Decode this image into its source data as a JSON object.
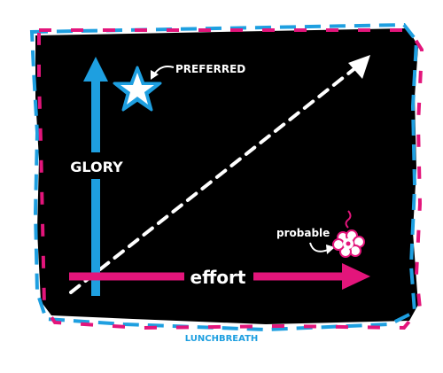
{
  "labels": {
    "y_axis": "GLORY",
    "x_axis": "effort",
    "star_note": "PREFERRED",
    "blob_note": "probable",
    "credit": "LUNCHBREATH"
  },
  "icons": {
    "star": "star-icon",
    "blob": "flower-blob-icon"
  },
  "colors": {
    "panel": "#000000",
    "y_axis": "#1e9fe0",
    "x_axis": "#e3157b",
    "border_cyan": "#1e9fe0",
    "border_pink": "#e3157b",
    "diagonal": "#ffffff",
    "text": "#ffffff",
    "credit": "#1e9fe0"
  }
}
